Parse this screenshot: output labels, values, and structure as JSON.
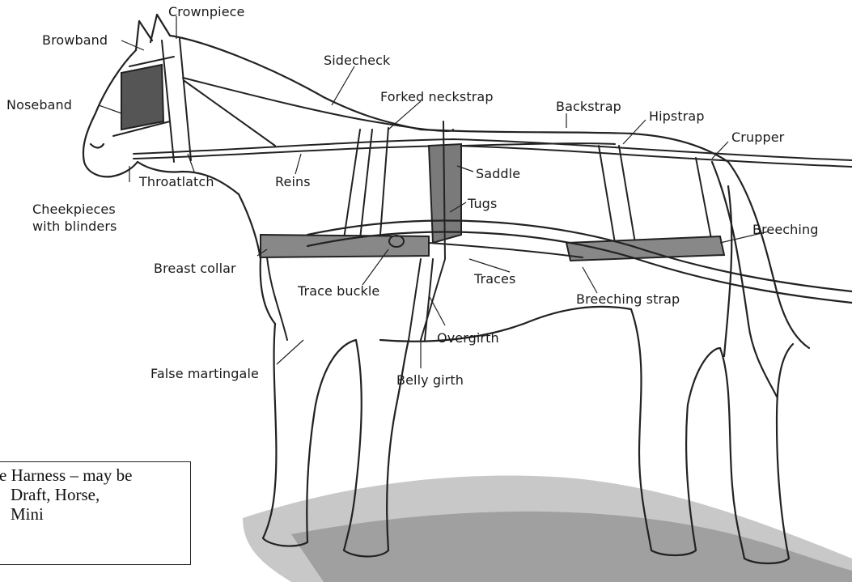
{
  "labels": {
    "crownpiece": "Crownpiece",
    "browband": "Browband",
    "sidecheck": "Sidecheck",
    "noseband": "Noseband",
    "forked_neckstrap": "Forked neckstrap",
    "backstrap": "Backstrap",
    "hipstrap": "Hipstrap",
    "crupper": "Crupper",
    "saddle": "Saddle",
    "reins": "Reins",
    "throatlatch": "Throatlatch",
    "cheekpieces_line1": "Cheekpieces",
    "cheekpieces_line2": "with blinders",
    "tugs": "Tugs",
    "breeching": "Breeching",
    "breast_collar": "Breast collar",
    "traces": "Traces",
    "trace_buckle": "Trace buckle",
    "breeching_strap": "Breeching strap",
    "overgirth": "Overgirth",
    "false_martingale": "False martingale",
    "belly_girth": "Belly girth"
  },
  "caption": {
    "line1": "e Harness – may be",
    "line2": "Draft, Horse,",
    "line3": "Mini"
  }
}
